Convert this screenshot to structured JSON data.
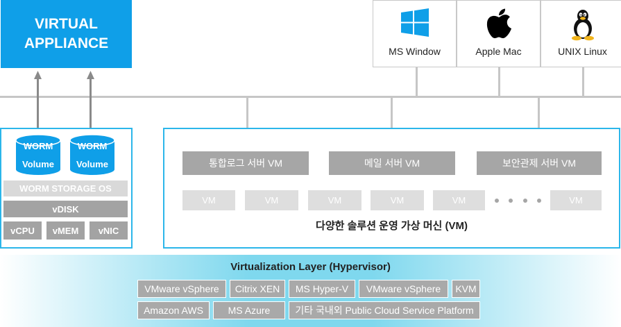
{
  "virtual_appliance": {
    "line1": "VIRTUAL",
    "line2": "APPLIANCE"
  },
  "os_targets": [
    {
      "label": "MS Window",
      "icon": "windows-logo-icon"
    },
    {
      "label": "Apple Mac",
      "icon": "apple-logo-icon"
    },
    {
      "label": "UNIX Linux",
      "icon": "linux-tux-icon"
    }
  ],
  "worm": {
    "volumes": [
      {
        "line1": "WORM",
        "line2": "Volume"
      },
      {
        "line1": "WORM",
        "line2": "Volume"
      }
    ],
    "storage_os": "WORM STORAGE OS",
    "vdisk": "vDISK",
    "resources": [
      "vCPU",
      "vMEM",
      "vNIC"
    ]
  },
  "vm_panel": {
    "servers": [
      "통합로그 서버 VM",
      "메일 서버 VM",
      "보안관제 서버 VM"
    ],
    "vms": [
      "VM",
      "VM",
      "VM",
      "VM",
      "VM",
      "VM"
    ],
    "caption": "다양한 솔루션 운영 가상 머신 (VM)"
  },
  "hypervisor": {
    "title": "Virtualization Layer (Hypervisor)",
    "row1": [
      "VMware vSphere",
      "Citrix XEN",
      "MS Hyper-V",
      "VMware vSphere",
      "KVM"
    ],
    "row2": [
      "Amazon AWS",
      "MS Azure",
      "기타 국내외 Public Cloud Service Platform"
    ]
  },
  "colors": {
    "accent_blue": "#0f9fe8",
    "panel_border": "#2bb6ea",
    "box_gray": "#a6a6a6"
  }
}
